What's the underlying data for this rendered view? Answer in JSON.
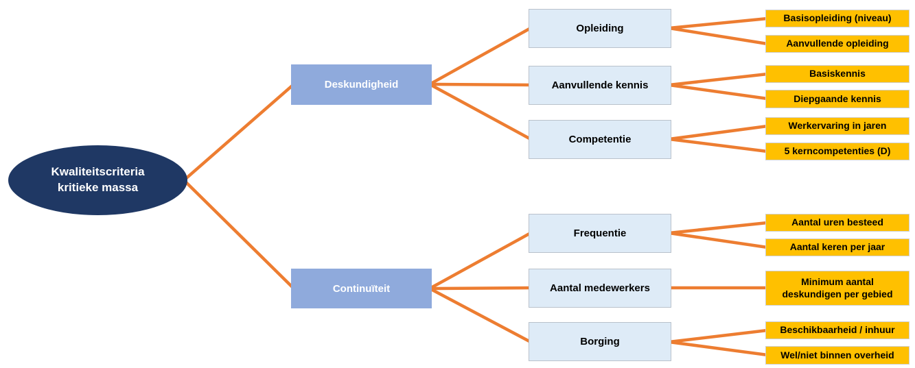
{
  "diagram_title": "Kwaliteitscriteria kritieke massa",
  "colors": {
    "root_fill": "#1F3864",
    "root_text": "#FFFFFF",
    "branch_fill": "#8FAADC",
    "branch_text": "#FFFFFF",
    "category_fill": "#DEEBF7",
    "category_border": "#B9C1CB",
    "leaf_fill": "#FFC000",
    "leaf_border": "#CFCFCF",
    "connector": "#ED7D31"
  },
  "root": {
    "label": "Kwaliteitscriteria kritieke massa"
  },
  "branches": [
    {
      "label": "Deskundigheid",
      "categories": [
        {
          "label": "Opleiding",
          "leaves": [
            "Basisopleiding (niveau)",
            "Aanvullende opleiding"
          ]
        },
        {
          "label": "Aanvullende kennis",
          "leaves": [
            "Basiskennis",
            "Diepgaande kennis"
          ]
        },
        {
          "label": "Competentie",
          "leaves": [
            "Werkervaring in jaren",
            "5 kerncompetenties (D)"
          ]
        }
      ]
    },
    {
      "label": "Continuïteit",
      "categories": [
        {
          "label": "Frequentie",
          "leaves": [
            "Aantal uren besteed",
            "Aantal keren per jaar"
          ]
        },
        {
          "label": "Aantal medewerkers",
          "leaves": [
            "Minimum aantal deskundigen per gebied"
          ]
        },
        {
          "label": "Borging",
          "leaves": [
            "Beschikbaarheid / inhuur",
            "Wel/niet binnen overheid"
          ]
        }
      ]
    }
  ]
}
